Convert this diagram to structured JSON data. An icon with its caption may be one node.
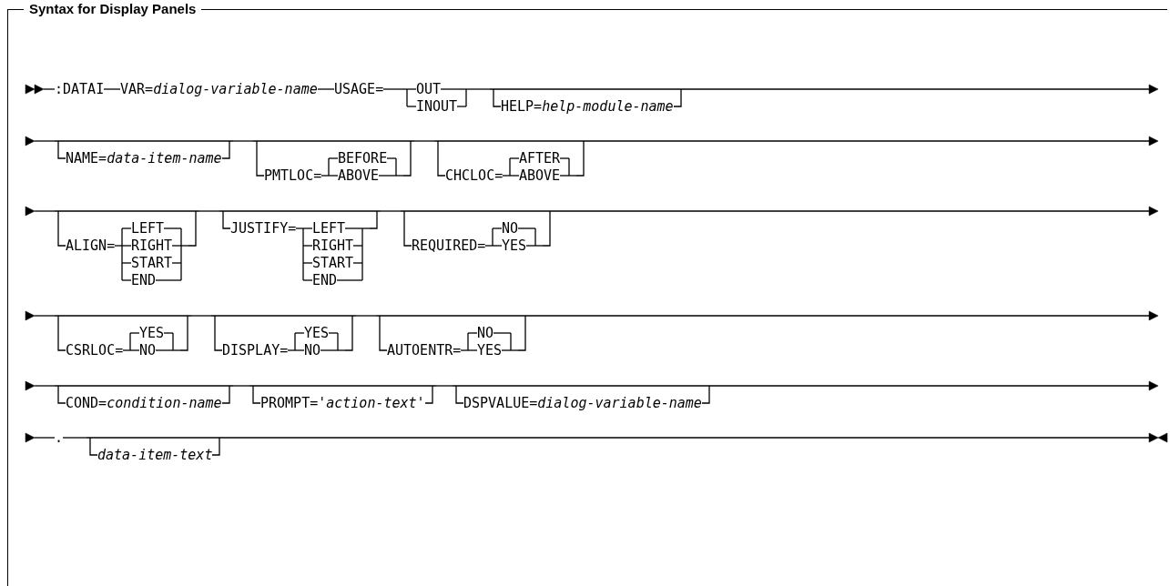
{
  "diagram": {
    "title": "Syntax for Display Panels",
    "labels": [
      ":DATAI",
      "VAR=*dialog-variable-name*",
      "USAGE=",
      "OUT",
      "INOUT",
      "HELP=*help-module-name*",
      "NAME=*data-item-name*",
      "PMTLOC=",
      "BEFORE",
      "ABOVE",
      "CHCLOC=",
      "AFTER",
      "ABOVE",
      "ALIGN=",
      "LEFT",
      "RIGHT",
      "START",
      "END",
      "JUSTIFY=",
      "LEFT",
      "RIGHT",
      "START",
      "END",
      "REQUIRED=",
      "NO",
      "YES",
      "CSRLOC=",
      "YES",
      "NO",
      "DISPLAY=",
      "YES",
      "NO",
      "AUTOENTR=",
      "NO",
      "YES",
      "COND=*condition-name*",
      "PROMPT='*action-text*'",
      "DSPVALUE=*dialog-variable-name*",
      ".",
      "data-item-text"
    ]
  }
}
